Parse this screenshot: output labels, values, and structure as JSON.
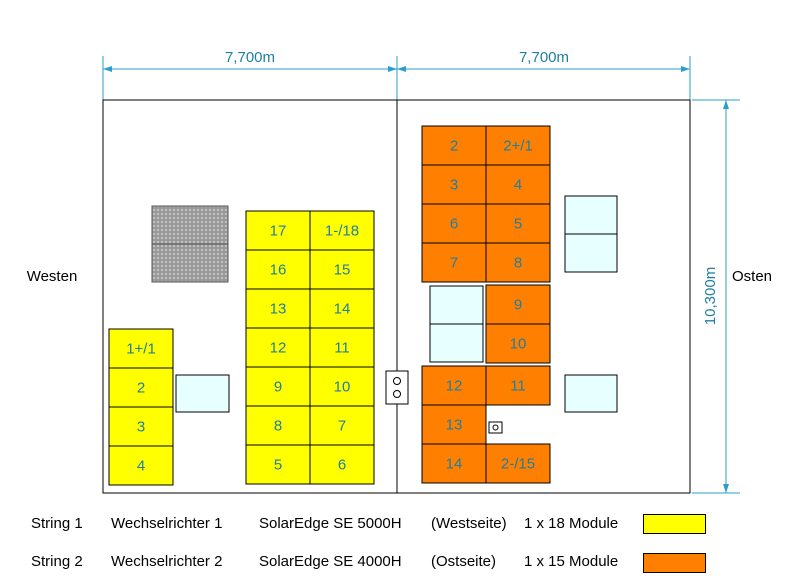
{
  "dimensions": {
    "top_left": "7,700m",
    "top_right": "7,700m",
    "right": "10,300m"
  },
  "labels": {
    "west": "Westen",
    "east": "Osten"
  },
  "colors": {
    "west_module": "#ffff00",
    "east_module": "#ff7f00",
    "window": "#e8ffff",
    "module_text": "#1f7fa0",
    "dimension": "#2aa0c8"
  },
  "west_small_modules": [
    "1+/1",
    "2",
    "3",
    "4"
  ],
  "west_big_modules": [
    [
      "17",
      "1-/18"
    ],
    [
      "16",
      "15"
    ],
    [
      "13",
      "14"
    ],
    [
      "12",
      "11"
    ],
    [
      "9",
      "10"
    ],
    [
      "8",
      "7"
    ],
    [
      "5",
      "6"
    ]
  ],
  "east_top_modules": [
    [
      "2",
      "2+/1"
    ],
    [
      "3",
      "4"
    ],
    [
      "6",
      "5"
    ],
    [
      "7",
      "8"
    ]
  ],
  "east_mid_modules": [
    "9",
    "10"
  ],
  "east_lower_modules": [
    [
      "12",
      "11"
    ],
    [
      "13",
      ""
    ],
    [
      "14",
      "2-/15"
    ]
  ],
  "legend": [
    {
      "string": "String 1",
      "inverter": "Wechselrichter 1",
      "model": "SolarEdge SE 5000H",
      "side": "(Westseite)",
      "count": "1 x 18 Module",
      "color": "#ffff00"
    },
    {
      "string": "String 2",
      "inverter": "Wechselrichter 2",
      "model": "SolarEdge SE 4000H",
      "side": "(Ostseite)",
      "count": "1 x 15 Module",
      "color": "#ff7f00"
    }
  ]
}
